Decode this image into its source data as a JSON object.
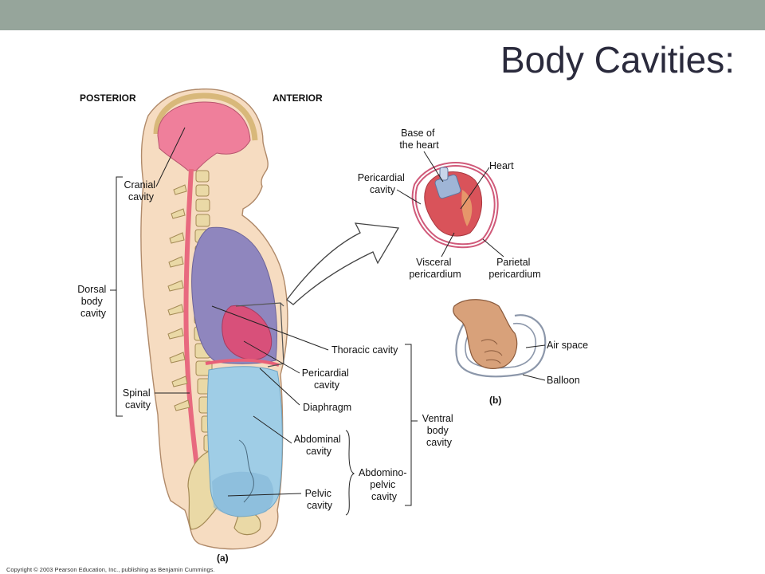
{
  "slide": {
    "title": "Body Cavities:",
    "copyright": "Copyright © 2003 Pearson Education, Inc., publishing as Benjamin Cummings."
  },
  "figure_a": {
    "posterior": "POSTERIOR",
    "anterior": "ANTERIOR",
    "caption": "(a)",
    "labels": {
      "cranial": [
        "Cranial",
        "cavity"
      ],
      "dorsal": [
        "Dorsal",
        "body",
        "cavity"
      ],
      "spinal": [
        "Spinal",
        "cavity"
      ],
      "thoracic": [
        "Thoracic cavity"
      ],
      "pericardial": [
        "Pericardial",
        "cavity"
      ],
      "diaphragm": [
        "Diaphragm"
      ],
      "abdominal": [
        "Abdominal",
        "cavity"
      ],
      "pelvic": [
        "Pelvic",
        "cavity"
      ],
      "abdominopelvic": [
        "Abdomino-",
        "pelvic",
        "cavity"
      ],
      "ventral": [
        "Ventral",
        "body",
        "cavity"
      ]
    }
  },
  "heart_inset": {
    "base": [
      "Base of",
      "the heart"
    ],
    "heart": [
      "Heart"
    ],
    "pericardial": [
      "Pericardial",
      "cavity"
    ],
    "visceral": [
      "Visceral",
      "pericardium"
    ],
    "parietal": [
      "Parietal",
      "pericardium"
    ]
  },
  "figure_b": {
    "caption": "(b)",
    "air_space": [
      "Air space"
    ],
    "balloon": [
      "Balloon"
    ]
  },
  "colors": {
    "top_bar": "#96a59b",
    "cranial": "#ef7f9b",
    "thoracic": "#8f86be",
    "abdominopelvic": "#9fcde6",
    "skin": "#f6dcc1",
    "bone": "#ead9a6"
  }
}
